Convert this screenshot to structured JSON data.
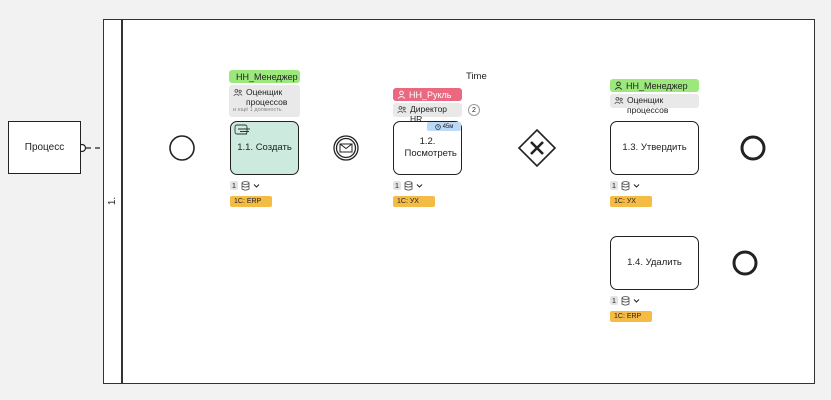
{
  "diagram": {
    "lane_label": "1.",
    "external_participant": "Процесс",
    "tasks": [
      {
        "id": "t1",
        "label": "1.1. Создать",
        "performer": "НН_Менеджер",
        "participant": "Оценщик процессов",
        "participant_hint": "и ещё 1 должность",
        "docs_count": "1",
        "system": "1С: ERP"
      },
      {
        "id": "t2",
        "label": "1.2. Посмотреть",
        "performer": "НН_Рукль",
        "participant": "Директор HR",
        "participant_count": "2",
        "duration": "45м",
        "annotation": "Time",
        "docs_count": "1",
        "system": "1С: УХ"
      },
      {
        "id": "t3",
        "label": "1.3. Утвердить",
        "performer": "НН_Менеджер",
        "participant": "Оценщик процессов",
        "docs_count": "1",
        "system": "1С: УХ"
      },
      {
        "id": "t4",
        "label": "1.4. Удалить",
        "docs_count": "1",
        "system": "1С: ERP"
      }
    ],
    "gateway": "exclusive",
    "colors": {
      "task_highlight": "#cdeadf",
      "role_green": "#9de87c",
      "role_red": "#ea6880",
      "system_badge": "#f4bc45",
      "duration_badge": "#bcd9f6"
    }
  }
}
